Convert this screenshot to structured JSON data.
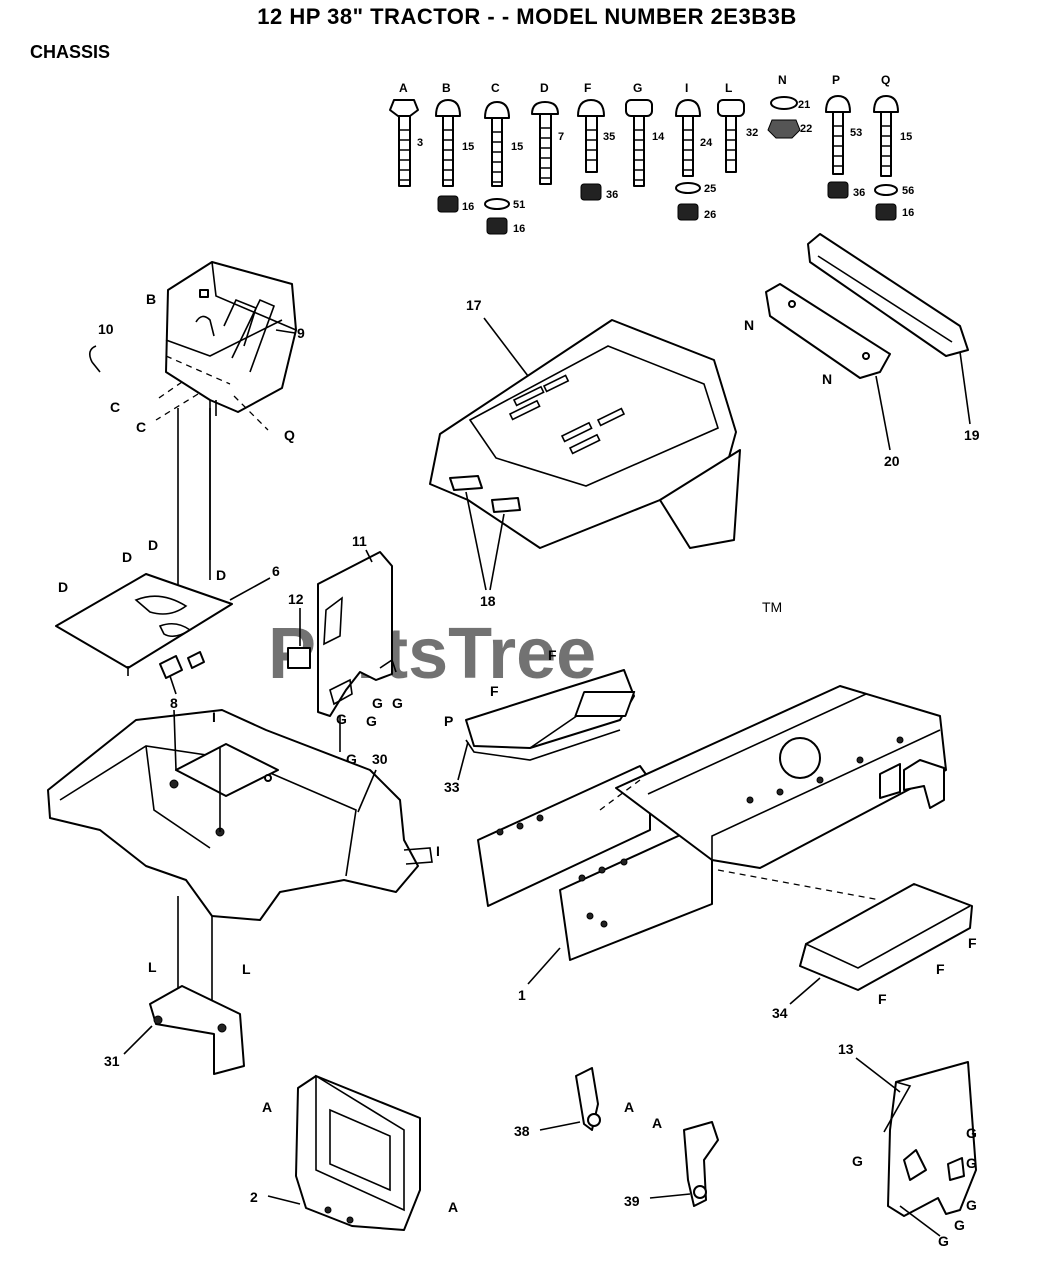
{
  "title": "12 HP 38\" TRACTOR - - MODEL NUMBER 2E3B3B",
  "section": "CHASSIS",
  "watermark": {
    "text": "PartsTree",
    "tm": "TM"
  },
  "hardware_letters": [
    "A",
    "B",
    "C",
    "D",
    "F",
    "G",
    "I",
    "L",
    "N",
    "P",
    "Q"
  ],
  "hardware_numbers": {
    "A": "3",
    "B": "15",
    "B_nut": "16",
    "C": "15",
    "C_washer": "51",
    "C_nut": "16",
    "D": "7",
    "F": "35",
    "F_nut": "36",
    "G": "14",
    "I": "24",
    "I_washer": "25",
    "I_nut": "26",
    "L": "32",
    "N_washer": "21",
    "N_nut": "22",
    "P": "53",
    "P_nut": "36",
    "Q": "15",
    "Q_washer": "56",
    "Q_nut": "16"
  },
  "part_numbers": [
    "1",
    "2",
    "6",
    "8",
    "9",
    "10",
    "11",
    "12",
    "13",
    "17",
    "18",
    "19",
    "20",
    "30",
    "31",
    "33",
    "34",
    "38",
    "39"
  ],
  "callouts": {
    "B": "B",
    "C": "C",
    "D": "D",
    "F": "F",
    "G": "G",
    "I": "I",
    "L": "L",
    "N": "N",
    "P": "P",
    "Q": "Q",
    "A": "A"
  }
}
